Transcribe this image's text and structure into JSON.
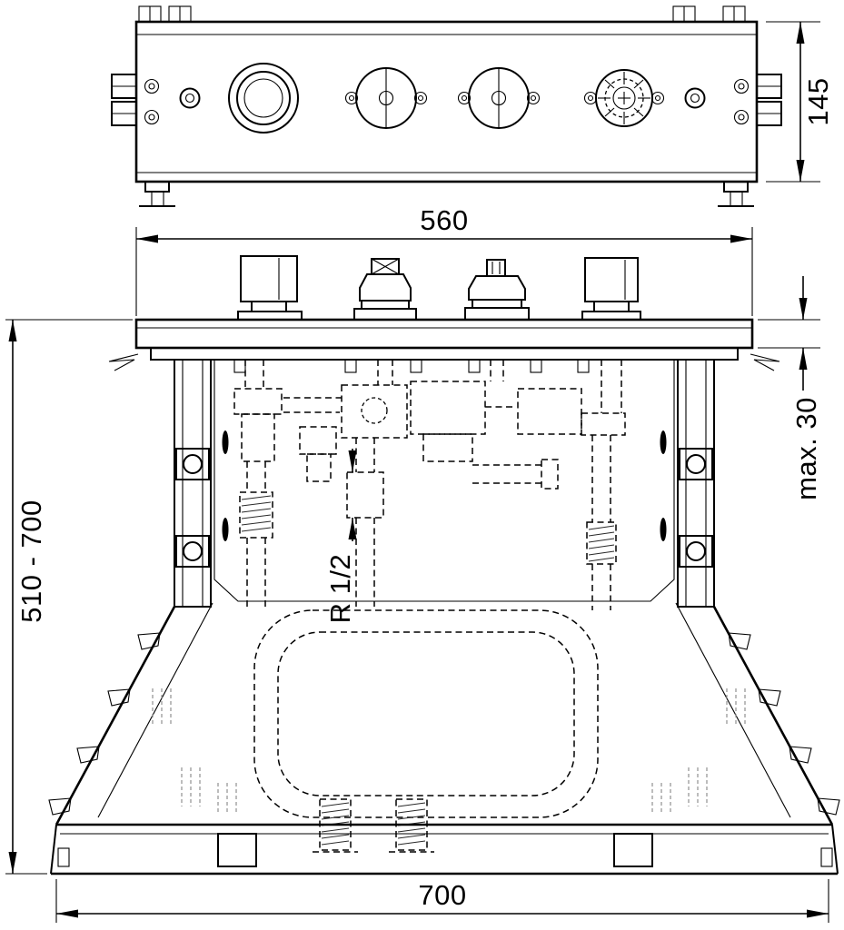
{
  "drawing": {
    "background": "#ffffff",
    "line_color": "#000000",
    "dimensions": {
      "unit_width": "560",
      "unit_height": "145",
      "deck_thickness_max": "max. 30",
      "installation_height_range": "510 - 700",
      "connection_thread": "R 1/2",
      "base_width": "700"
    }
  }
}
